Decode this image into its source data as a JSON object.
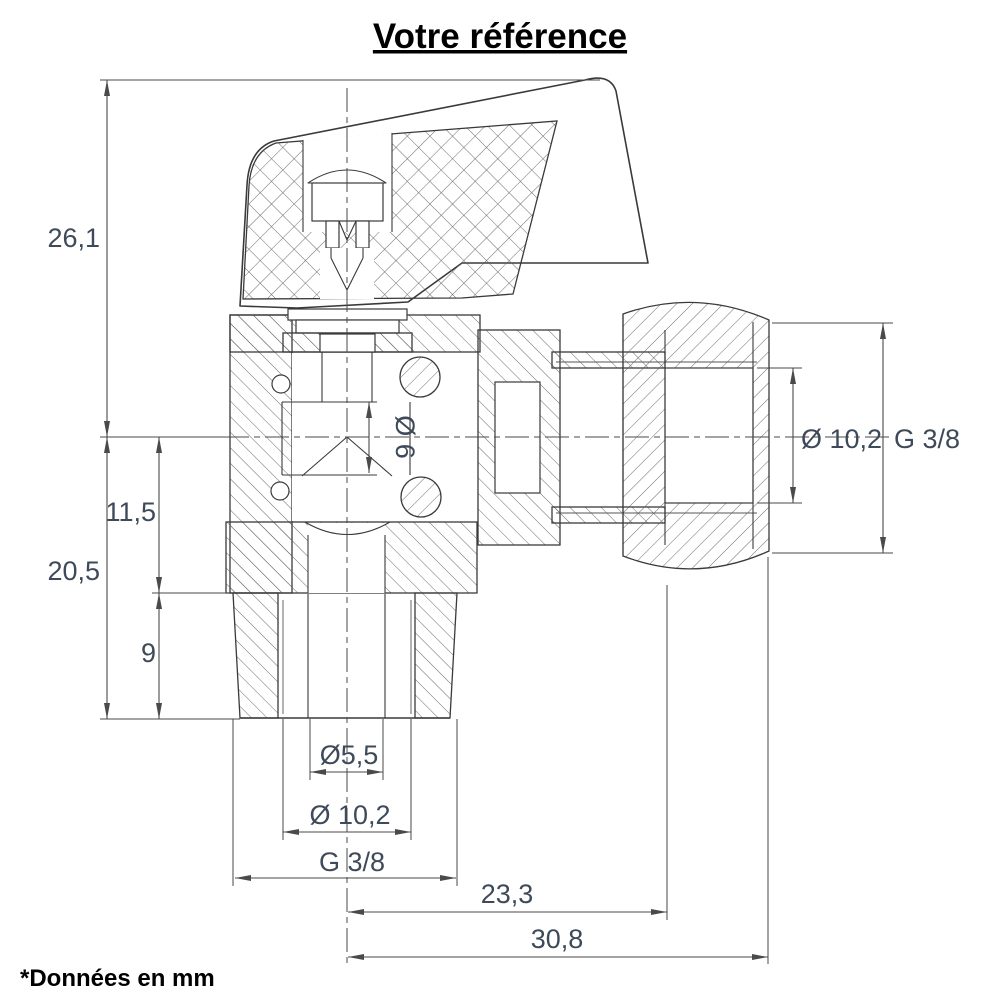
{
  "title": "Votre référence",
  "footnote": "*Données en mm",
  "drawing": {
    "kind": "technical-drawing",
    "subject": "angle-valve-cross-section",
    "units": "mm",
    "dims": {
      "height_center_to_top": "26,1",
      "height_center_to_bottom": "20,5",
      "center_to_thread_step": "11,5",
      "bottom_thread_length": "9",
      "inner_bore": "Ø 6",
      "right_bore": "Ø 10,2",
      "right_thread": "G 3/8",
      "bottom_hole": "Ø5,5",
      "bottom_bore": "Ø 10,2",
      "bottom_thread": "G 3/8",
      "center_to_nut_shoulder": "23,3",
      "center_to_nut_end": "30,8"
    }
  }
}
